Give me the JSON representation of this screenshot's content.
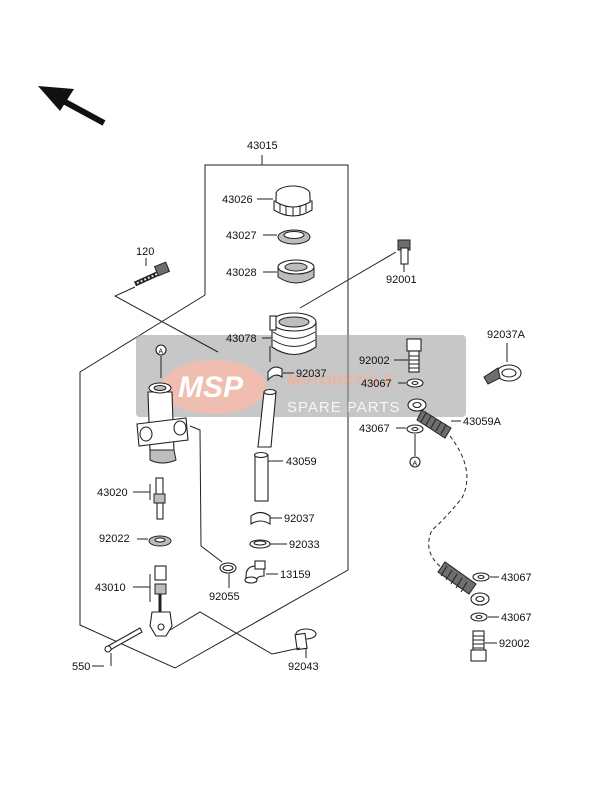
{
  "diagram": {
    "watermark": {
      "logo_text": "MSP",
      "line1": "MOTORCYCLE",
      "line2": "SPARE PARTS"
    },
    "labels": {
      "p43015": "43015",
      "p43026": "43026",
      "p43027": "43027",
      "p43028": "43028",
      "p120": "120",
      "p92001": "92001",
      "p43078": "43078",
      "p92037a": "92037A",
      "p92002_top": "92002",
      "p43067_1": "43067",
      "p92037_top": "92037",
      "p43067_2": "43067",
      "p43059a": "43059A",
      "p43059": "43059",
      "p43020": "43020",
      "p92037_mid": "92037",
      "p92022": "92022",
      "p92033": "92033",
      "p43010": "43010",
      "p13159": "13159",
      "p92055": "92055",
      "p43067_3": "43067",
      "p43067_4": "43067",
      "p550": "550",
      "p92043": "92043",
      "p92002_bot": "92002"
    },
    "ref_marker": "A"
  }
}
